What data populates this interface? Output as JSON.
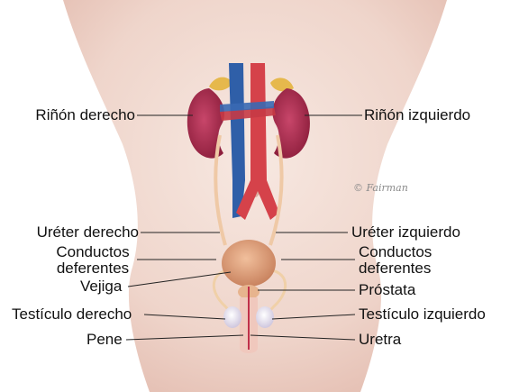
{
  "labels": {
    "kidney_right": "Riñón derecho",
    "kidney_left": "Riñón izquierdo",
    "ureter_right": "Uréter derecho",
    "ureter_left": "Uréter izquierdo",
    "vas_right": "Conductos deferentes",
    "vas_left": "Conductos deferentes",
    "bladder": "Vejiga",
    "prostate": "Próstata",
    "testicle_right": "Testículo derecho",
    "testicle_left": "Testículo izquierdo",
    "penis": "Pene",
    "urethra": "Uretra"
  },
  "vas_right_lines": [
    "Conductos",
    "deferentes"
  ],
  "vas_left_lines": [
    "Conductos",
    "deferentes"
  ],
  "signature": "© Fairman",
  "colors": {
    "skin": "#f2dcd4",
    "skin_shadow": "#e3bfb3",
    "kidney": "#a8284a",
    "vein": "#2f5fa8",
    "artery": "#d5424a",
    "ureter": "#efc9a6",
    "bladder": "#e2a07e",
    "leader": "#222222"
  }
}
